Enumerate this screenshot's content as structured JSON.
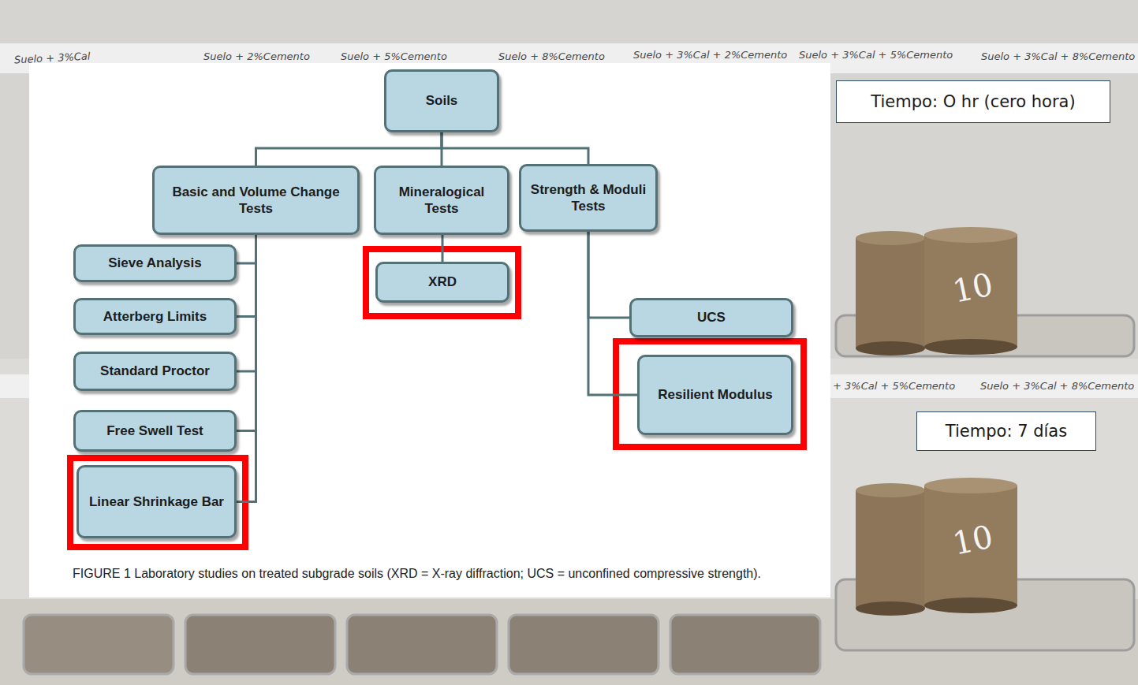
{
  "diagram": {
    "caption": "FIGURE 1 Laboratory studies on treated subgrade soils (XRD = X-ray diffraction; UCS = unconfined compressive strength).",
    "nodes": [
      {
        "text": [
          "Soils"
        ]
      },
      {
        "text": [
          "Basic and Volume Change Tests"
        ]
      },
      {
        "text": [
          "Mineralogical Tests"
        ]
      },
      {
        "text": [
          "Strength & Moduli Tests"
        ]
      },
      {
        "text": [
          "Sieve Analysis"
        ]
      },
      {
        "text": [
          "Atterberg Limits"
        ]
      },
      {
        "text": [
          "Standard Proctor"
        ]
      },
      {
        "text": [
          "Free Swell Test"
        ]
      },
      {
        "text": [
          "Linear Shrinkage Bar"
        ]
      },
      {
        "text": [
          "XRD"
        ]
      },
      {
        "text": [
          "UCS"
        ]
      },
      {
        "text": [
          "Resilient Modulus"
        ]
      },
      {
        "text": [
          "Tiempo: O hr (cero hora)"
        ]
      },
      {
        "text": [
          "Tiempo: 7 días"
        ]
      }
    ],
    "edges": [
      {
        "from": 0,
        "to": 1,
        "arrow": "none"
      },
      {
        "from": 0,
        "to": 2,
        "arrow": "none"
      },
      {
        "from": 0,
        "to": 3,
        "arrow": "none"
      },
      {
        "from": 1,
        "to": 4,
        "arrow": "none"
      },
      {
        "from": 1,
        "to": 5,
        "arrow": "none"
      },
      {
        "from": 1,
        "to": 6,
        "arrow": "none"
      },
      {
        "from": 1,
        "to": 7,
        "arrow": "none"
      },
      {
        "from": 1,
        "to": 8,
        "arrow": "none"
      },
      {
        "from": 2,
        "to": 9,
        "arrow": "none"
      },
      {
        "from": 3,
        "to": 10,
        "arrow": "none"
      },
      {
        "from": 3,
        "to": 11,
        "arrow": "none"
      }
    ],
    "labels": [
      "Suelo + 3%Cal",
      "Suelo + 2%Cemento",
      "Suelo + 5%Cemento",
      "Suelo + 8%Cemento",
      "Suelo + 3%Cal + 2%Cemento",
      "Suelo + 3%Cal + 5%Cemento",
      "Suelo + 3%Cal + 8%Cemento",
      "10",
      "+ 3%Cal + 5%Cemento",
      "Suelo + 3%Cal + 8%Cemento",
      "10"
    ]
  }
}
